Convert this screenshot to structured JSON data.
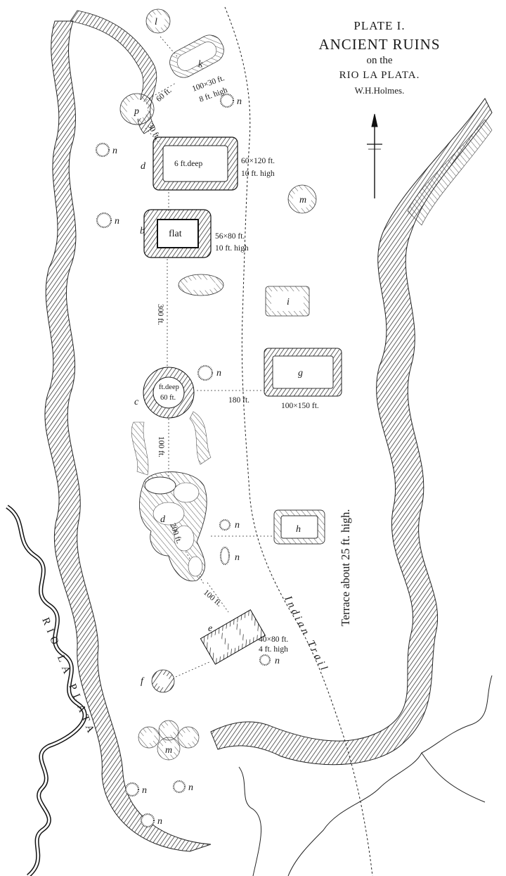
{
  "title": {
    "plate": "PLATE I.",
    "main": "ANCIENT RUINS",
    "on": "on the",
    "river": "RIO LA PLATA.",
    "author": "W.H.Holmes."
  },
  "labels": {
    "l": "l",
    "k": "k",
    "p": "p",
    "n": "n",
    "d": "d",
    "b": "b",
    "m": "m",
    "i": "i",
    "g": "g",
    "c": "c",
    "h": "h",
    "e": "e",
    "f": "f"
  },
  "dimensions": {
    "k_size": "100×30 ft.",
    "k_height": "8 ft. high",
    "p_dist": "60 ft.",
    "p_dist2": "30 ft.",
    "a_inner": "6 ft.deep",
    "a_size": "60×120 ft.",
    "a_height": "10 ft. high",
    "b_inner": "flat",
    "b_size": "56×80 ft.",
    "b_height": "10 ft. high",
    "dist_300": "300 ft.",
    "c_inner": "ft.deep",
    "c_size": "60 ft.",
    "dist_180": "180 ft.",
    "g_size": "100×150 ft.",
    "dist_100a": "100 ft.",
    "dist_200": "200 ft.",
    "dist_100b": "100 ft.",
    "e_size": "40×80 ft.",
    "e_height": "4 ft. high"
  },
  "terrace": "Terrace about 25 ft. high.",
  "trail": "Indian Trail",
  "river_label": "RIO LA PLATA"
}
